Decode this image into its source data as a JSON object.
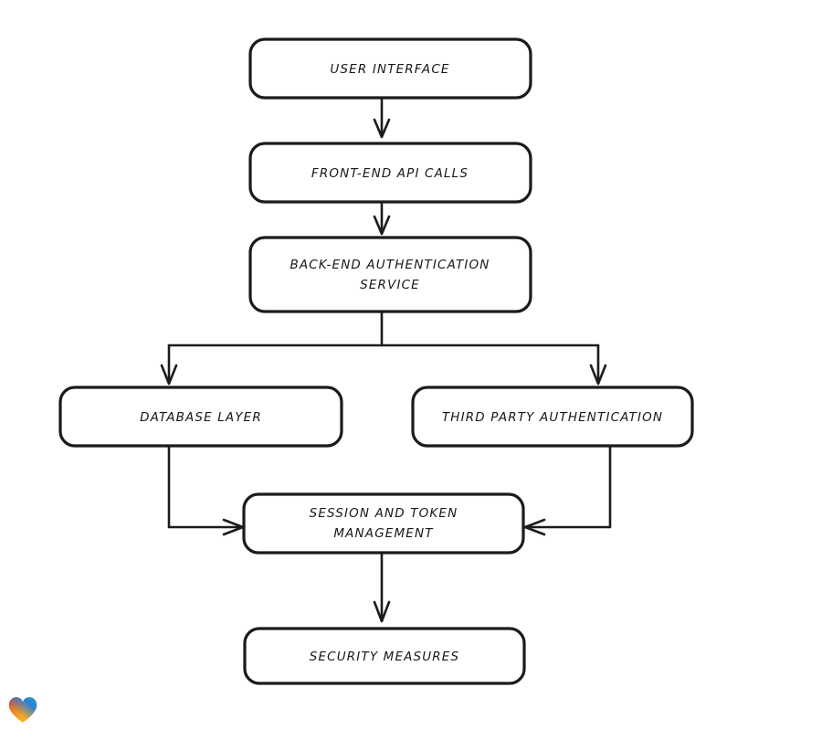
{
  "diagram": {
    "type": "flowchart",
    "style": "hand-drawn",
    "background_color": "#ffffff",
    "stroke_color": "#1b1b1f",
    "nodes": [
      {
        "id": "user-interface",
        "label": "USER INTERFACE",
        "line1": "USER INTERFACE",
        "line2": ""
      },
      {
        "id": "front-end-api-calls",
        "label": "FRONT-END API CALLS",
        "line1": "FRONT-END API CALLS",
        "line2": ""
      },
      {
        "id": "back-end-auth-service",
        "label": "BACK-END AUTHENTICATION SERVICE",
        "line1": "BACK-END AUTHENTICATION",
        "line2": "SERVICE"
      },
      {
        "id": "database-layer",
        "label": "DATABASE LAYER",
        "line1": "DATABASE LAYER",
        "line2": ""
      },
      {
        "id": "third-party-auth",
        "label": "THIRD PARTY AUTHENTICATION",
        "line1": "THIRD PARTY AUTHENTICATION",
        "line2": ""
      },
      {
        "id": "session-token-mgmt",
        "label": "SESSION AND TOKEN MANAGEMENT",
        "line1": "SESSION AND TOKEN",
        "line2": "MANAGEMENT"
      },
      {
        "id": "security-measures",
        "label": "SECURITY MEASURES",
        "line1": "SECURITY MEASURES",
        "line2": ""
      }
    ],
    "edges": [
      {
        "from": "user-interface",
        "to": "front-end-api-calls",
        "direction": "down"
      },
      {
        "from": "front-end-api-calls",
        "to": "back-end-auth-service",
        "direction": "down"
      },
      {
        "from": "back-end-auth-service",
        "to": "database-layer",
        "direction": "down-left-branch"
      },
      {
        "from": "back-end-auth-service",
        "to": "third-party-auth",
        "direction": "down-right-branch"
      },
      {
        "from": "database-layer",
        "to": "session-token-mgmt",
        "direction": "down-then-right"
      },
      {
        "from": "third-party-auth",
        "to": "session-token-mgmt",
        "direction": "down-then-left"
      },
      {
        "from": "session-token-mgmt",
        "to": "security-measures",
        "direction": "down"
      }
    ]
  },
  "watermark": {
    "icon": "heart-icon",
    "colors": [
      "#e0312a",
      "#f08a1e",
      "#f5a623",
      "#2f7fd8",
      "#1aa3c8"
    ]
  }
}
